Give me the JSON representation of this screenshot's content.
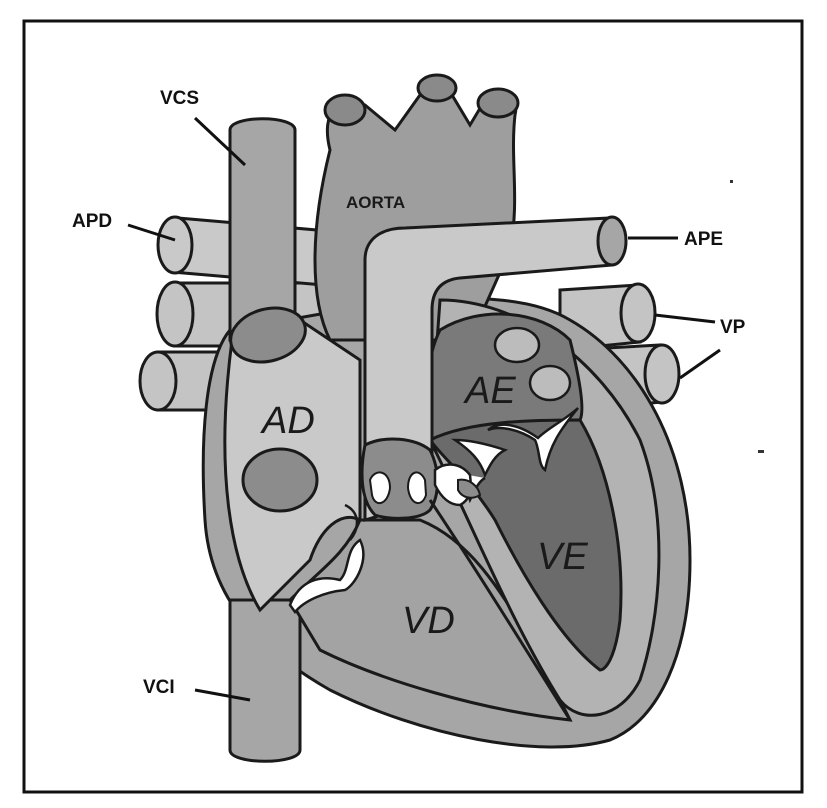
{
  "diagram": {
    "labels": {
      "vcs": "VCS",
      "apd": "APD",
      "vci": "VCI",
      "ape": "APE",
      "vp": "VP",
      "aorta": "AORTA"
    },
    "chambers": {
      "ad": "AD",
      "ae": "AE",
      "vd": "VD",
      "ve": "VE"
    },
    "colors": {
      "frame": "#111111",
      "dark_gray": "#8c8c8c",
      "mid_gray": "#a9a9a9",
      "light_gray": "#c9c9c9",
      "darker_chamber": "#6e6e6e",
      "outline": "#1a1a1a"
    }
  }
}
